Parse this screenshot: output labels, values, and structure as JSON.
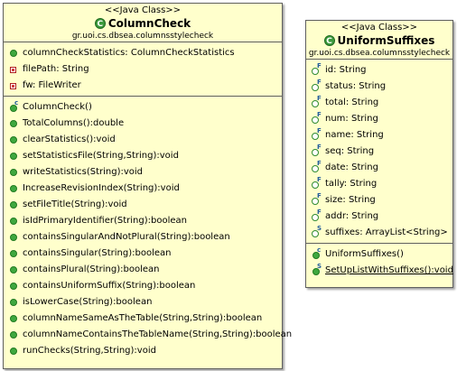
{
  "left_class": {
    "stereotype": "<<Java Class>>",
    "name": "ColumnCheck",
    "package": "gr.uoi.cs.dbsea.columnsstylecheck",
    "fields": [
      "columnCheckStatistics: ColumnCheckStatistics",
      "filePath: String",
      "fw: FileWriter"
    ],
    "methods": [
      "ColumnCheck()",
      "TotalColumns():double",
      "clearStatistics():void",
      "setStatisticsFile(String,String):void",
      "writeStatistics(String):void",
      "IncreaseRevisionIndex(String):void",
      "setFileTitle(String):void",
      "isIdPrimaryIdentifier(String):boolean",
      "containsSingularAndNotPlural(String):boolean",
      "containsSingular(String):boolean",
      "containsPlural(String):boolean",
      "containsUniformSuffix(String):boolean",
      "isLowerCase(String):boolean",
      "columnNameSameAsTheTable(String,String):boolean",
      "columnNameContainsTheTableName(String,String):boolean",
      "runChecks(String,String):void"
    ]
  },
  "right_class": {
    "stereotype": "<<Java Class>>",
    "name": "UniformSuffixes",
    "package": "gr.uoi.cs.dbsea.columnsstylecheck",
    "fields": [
      "id: String",
      "status: String",
      "total: String",
      "num: String",
      "name: String",
      "seq: String",
      "date: String",
      "tally: String",
      "size: String",
      "addr: String",
      "suffixes: ArrayList<String>"
    ],
    "methods": [
      "UniformSuffixes()",
      "SetUpListWithSuffixes():void"
    ]
  },
  "icons": {
    "class_glyph": "C",
    "final_mark": "F",
    "static_mark": "S",
    "ctor_mark": "c"
  }
}
